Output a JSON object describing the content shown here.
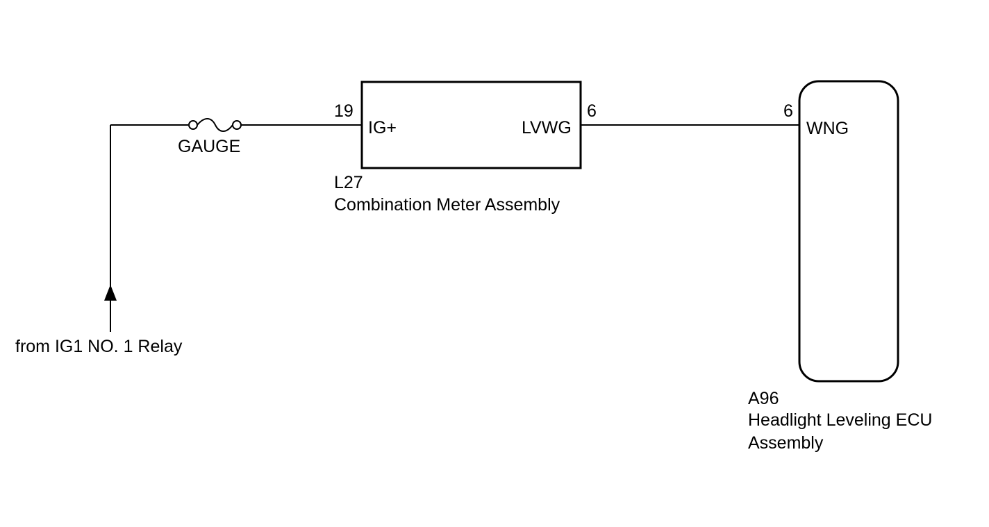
{
  "source": {
    "label": "from IG1 NO. 1 Relay"
  },
  "fuse": {
    "label": "GAUGE"
  },
  "meter": {
    "code": "L27",
    "name": "Combination Meter Assembly",
    "pin_in": {
      "number": "19",
      "name": "IG+"
    },
    "pin_out": {
      "number": "6",
      "name": "LVWG"
    }
  },
  "ecu": {
    "code": "A96",
    "name_line1": "Headlight Leveling ECU",
    "name_line2": "Assembly",
    "pin": {
      "number": "6",
      "name": "WNG"
    }
  },
  "colors": {
    "line": "#000000",
    "background": "#ffffff"
  }
}
